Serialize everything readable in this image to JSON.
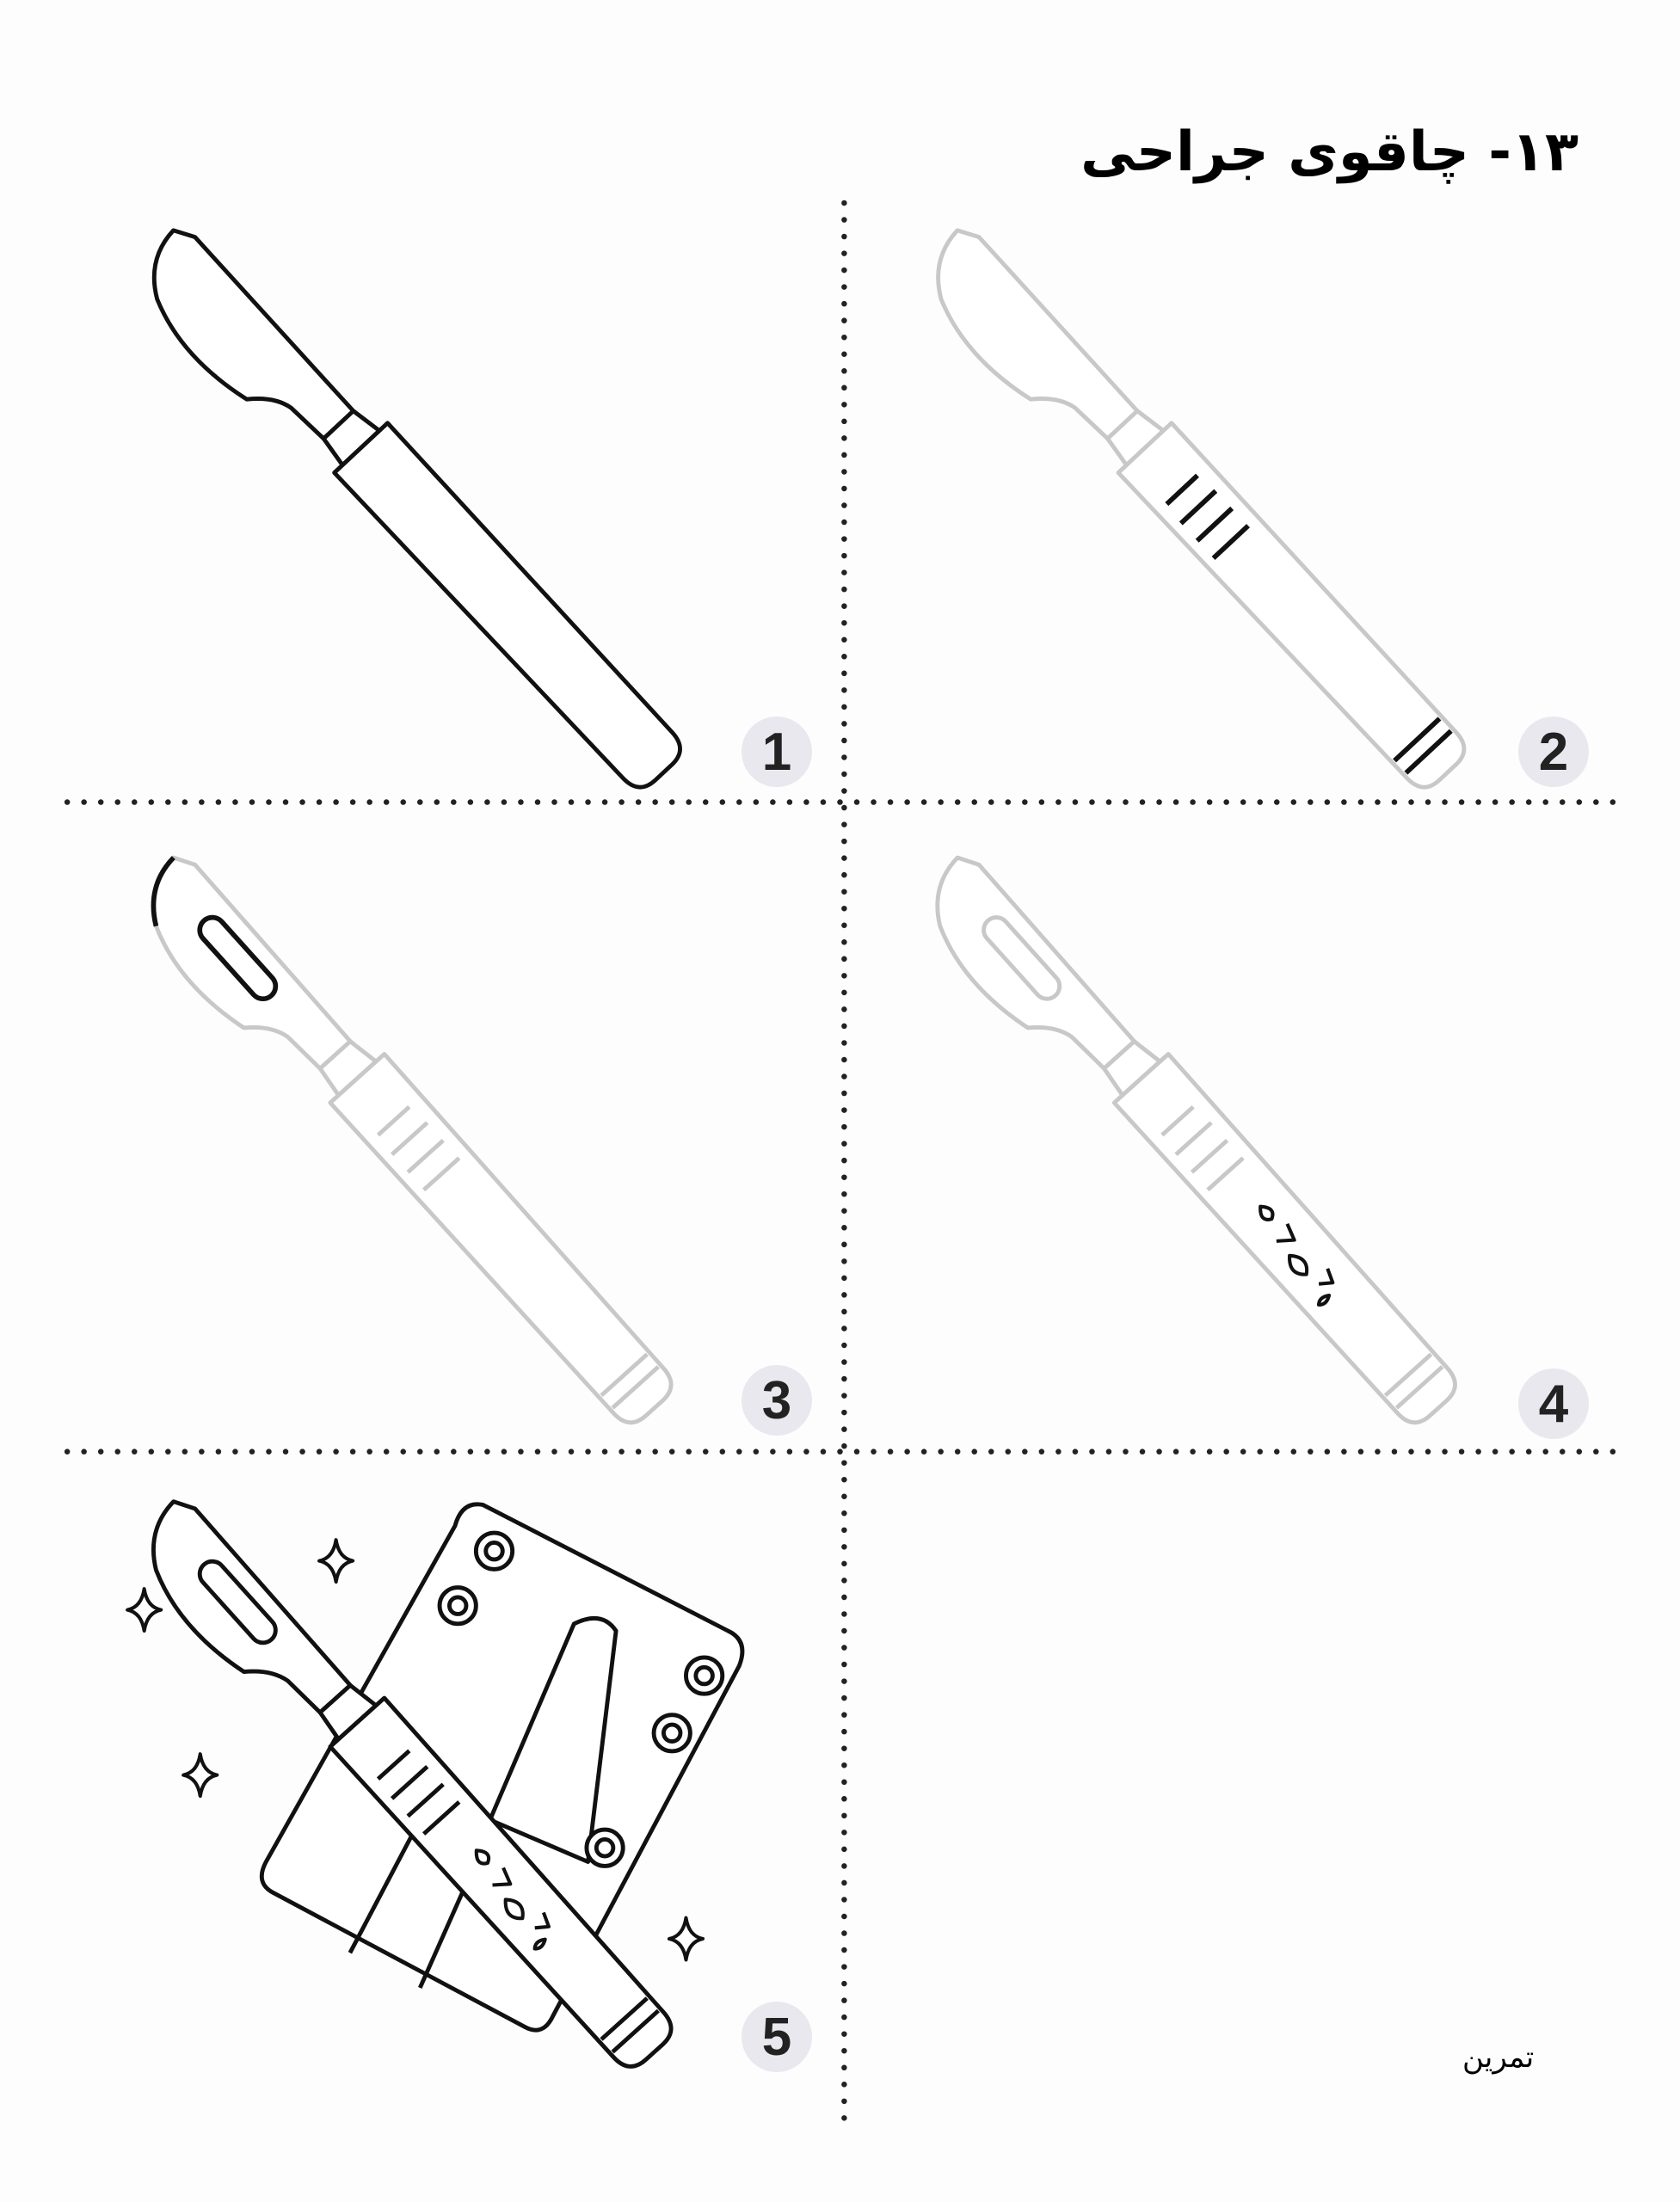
{
  "title": "۱۳- چاقوی جراحی",
  "steps": [
    {
      "number": "1"
    },
    {
      "number": "2"
    },
    {
      "number": "3"
    },
    {
      "number": "4"
    },
    {
      "number": "5"
    }
  ],
  "footer_label": "تمرین",
  "colors": {
    "ink": "#111111",
    "guide": "#c8c8c8",
    "badge": "#e9e8ee"
  }
}
